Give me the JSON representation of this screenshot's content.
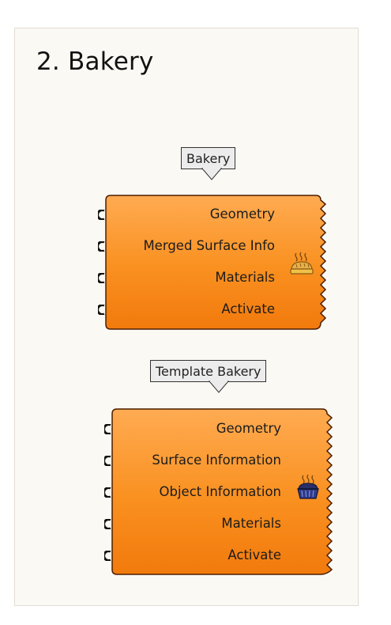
{
  "title": "2. Bakery",
  "components": [
    {
      "label": "Bakery",
      "inputs": [
        "Geometry",
        "Merged Surface Info",
        "Materials",
        "Activate"
      ],
      "icon": "bread-basket-icon"
    },
    {
      "label": "Template Bakery",
      "inputs": [
        "Geometry",
        "Surface Information",
        "Object Information",
        "Materials",
        "Activate"
      ],
      "icon": "pie-basket-icon"
    }
  ],
  "colors": {
    "panel_bg": "#fbf9f4",
    "component_top": "#ffa340",
    "component_bottom": "#f37c10",
    "component_border": "#4a1e00",
    "tag_bg": "#ececec"
  }
}
